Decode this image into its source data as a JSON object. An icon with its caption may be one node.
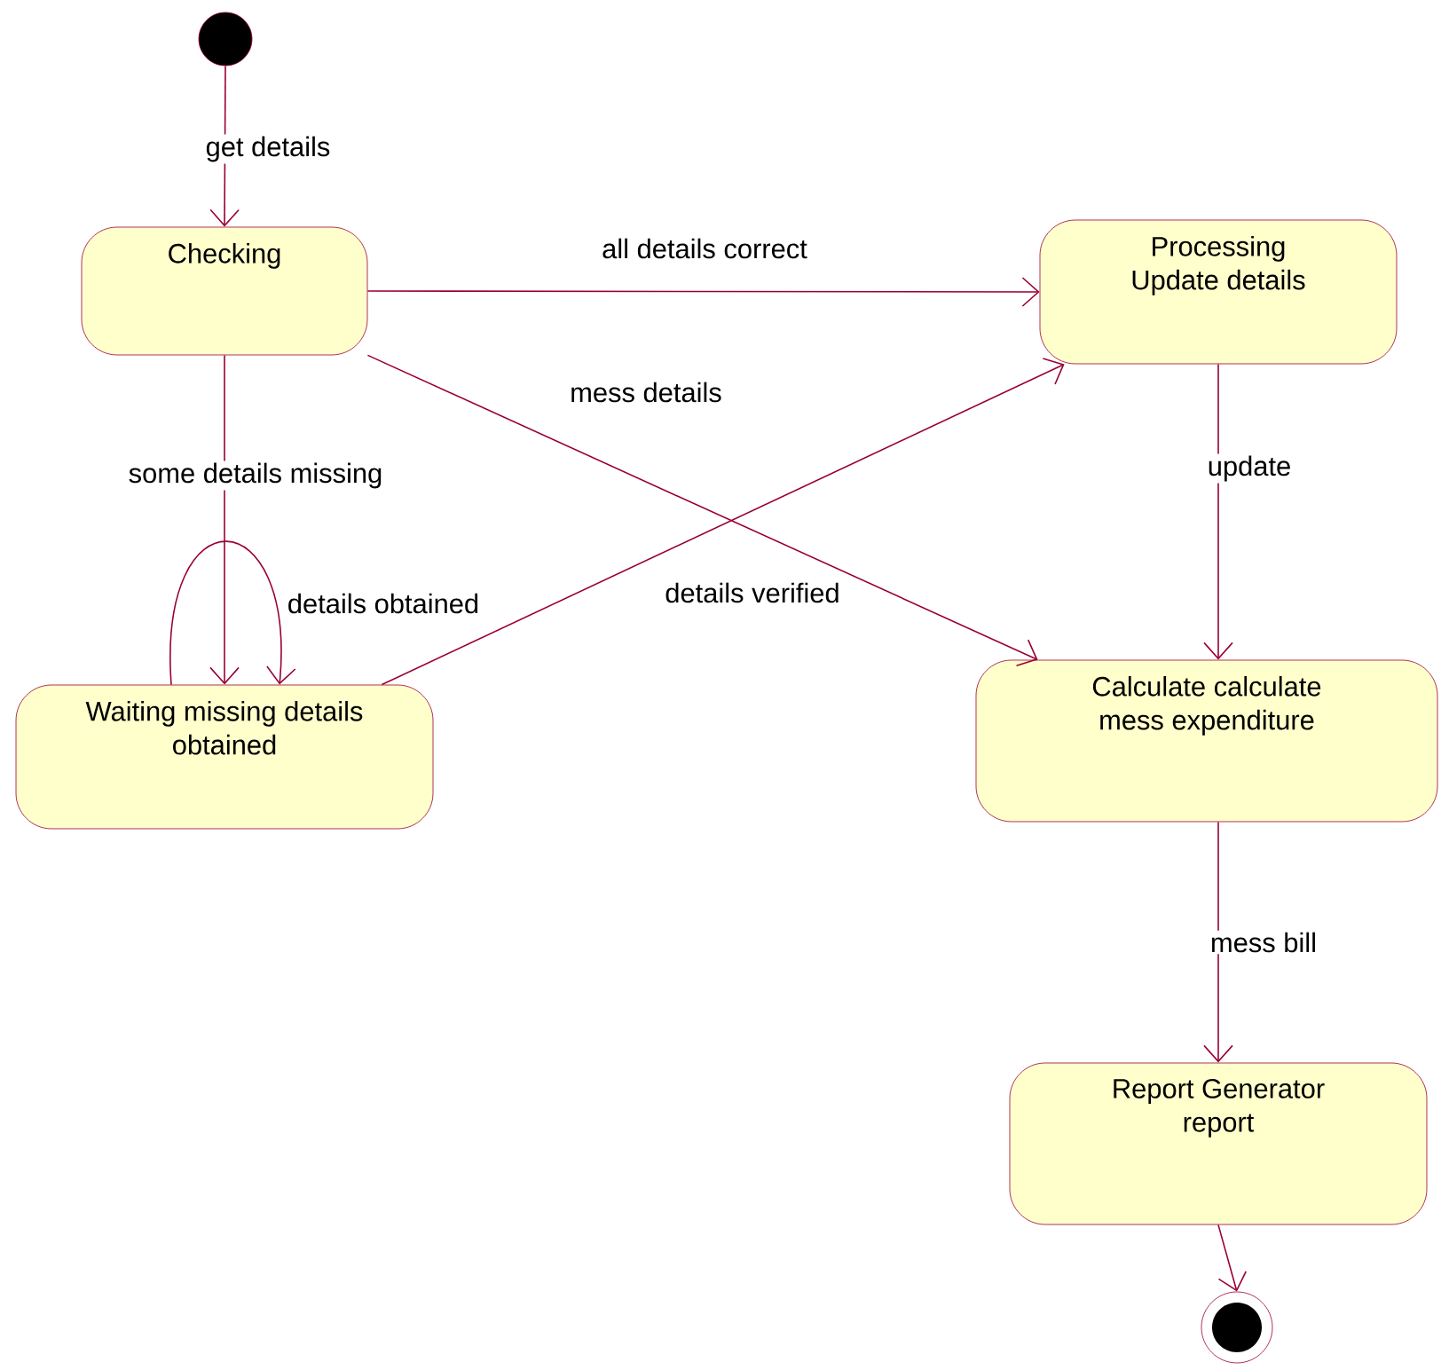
{
  "diagram": {
    "nodes": [
      {
        "text": [],
        "shape": "circle"
      },
      {
        "text": [
          "Checking"
        ]
      },
      {
        "text": [
          "Processing",
          "Update details"
        ]
      },
      {
        "text": [
          "Waiting missing details obtained"
        ]
      },
      {
        "text": [
          "Calculate calculate mess expenditure"
        ]
      },
      {
        "text": [
          "Report Generator report"
        ]
      },
      {
        "text": [],
        "shape": "bullseye"
      }
    ],
    "edges": [
      {
        "from": 0,
        "to": 1,
        "arrow": "to",
        "label": "get details"
      },
      {
        "from": 1,
        "to": 2,
        "arrow": "to",
        "label": "all details correct"
      },
      {
        "from": 1,
        "to": 4,
        "arrow": "to",
        "label": "mess details"
      },
      {
        "from": 1,
        "to": 3,
        "arrow": "to",
        "label": "some details missing"
      },
      {
        "from": 3,
        "to": 3,
        "arrow": "to",
        "label": "details obtained"
      },
      {
        "from": 3,
        "to": 2,
        "arrow": "to",
        "label": "details verified"
      },
      {
        "from": 2,
        "to": 4,
        "arrow": "to",
        "label": "update"
      },
      {
        "from": 4,
        "to": 5,
        "arrow": "to",
        "label": "mess bill"
      },
      {
        "from": 5,
        "to": 6,
        "arrow": "to"
      }
    ]
  }
}
